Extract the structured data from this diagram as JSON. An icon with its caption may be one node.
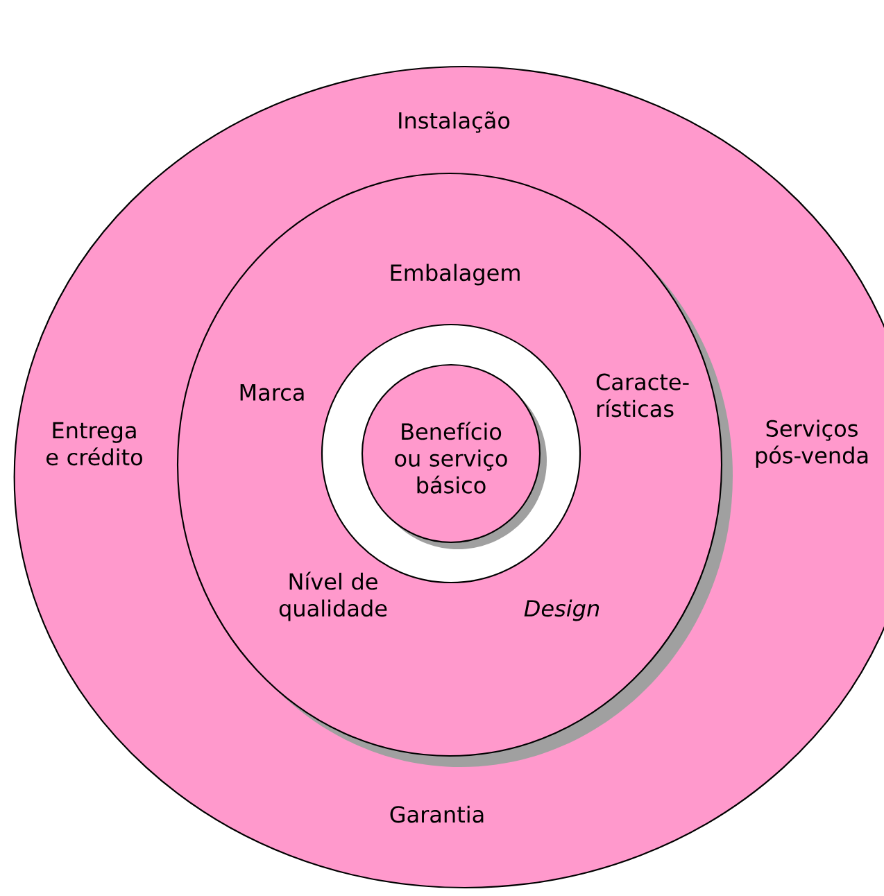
{
  "diagram": {
    "nodes": [
      {
        "text": [
          "Instalação",
          "Entrega e crédito",
          "Serviços pós-venda",
          "Garantia"
        ]
      },
      {
        "text": [
          "Embalagem",
          "Marca",
          "Caracte-rísticas",
          "Nível de qualidade",
          "Design"
        ],
        "in": 0
      },
      {
        "text": [
          "Benefício ou serviço básico"
        ],
        "in": 1
      }
    ]
  }
}
